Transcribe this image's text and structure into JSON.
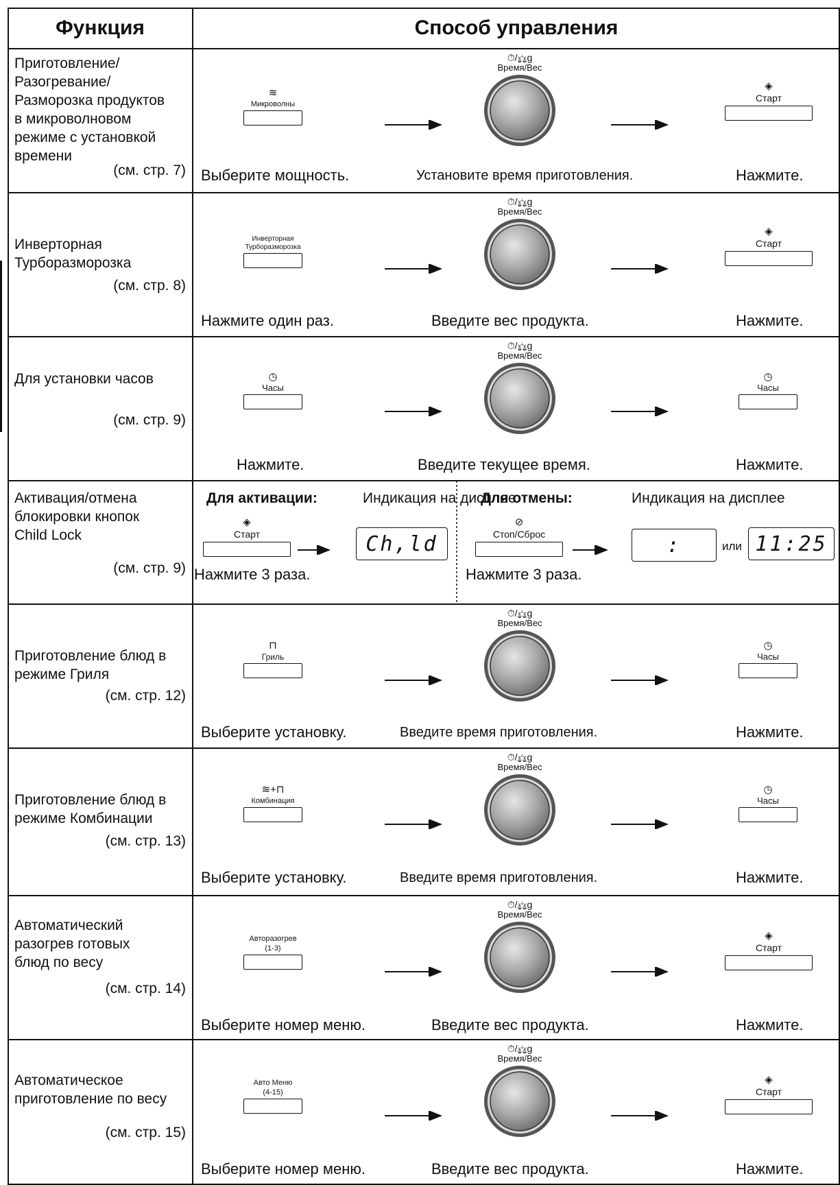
{
  "header": {
    "function": "Функция",
    "method": "Способ управления"
  },
  "dial": {
    "symbol": "⏱/⚖g",
    "label": "Время/Вес"
  },
  "buttons": {
    "micro": {
      "icon": "≋",
      "label": "Микроволны"
    },
    "start": {
      "icon": "◈",
      "label": "Старт"
    },
    "inverter": {
      "label": "Инверторная\nТурборазморозка"
    },
    "clock": {
      "icon": "◷",
      "label": "Часы"
    },
    "stop": {
      "icon": "⊘",
      "label": "Стоп/Сброс"
    },
    "grill": {
      "icon": "⊓",
      "label": "Гриль"
    },
    "combo": {
      "icon": "≋+⊓",
      "label": "Комбинация"
    },
    "autoreheat": {
      "label": "Авторазогрев\n(1-3)"
    },
    "automenu": {
      "label": "Авто Меню\n(4-15)"
    }
  },
  "rows": [
    {
      "function": "Приготовление/\nРазогревание/\nРазморозка продуктов\nв микроволновом\nрежиме с установкой\nвремени",
      "ref": "(см. стр. 7)",
      "step1": "Выберите мощность.",
      "step2": "Установите время приготовления.",
      "step3": "Нажмите."
    },
    {
      "function": "Инверторная\nТурборазморозка",
      "ref": "(см. стр. 8)",
      "step1": "Нажмите один раз.",
      "step2": "Введите вес продукта.",
      "step3": "Нажмите."
    },
    {
      "function": "Для установки часов",
      "ref": "(см. стр. 9)",
      "step1": "Нажмите.",
      "step2": "Введите текущее время.",
      "step3": "Нажмите."
    },
    {
      "function": "Активация/отмена\nблокировки кнопок\nChild Lock",
      "ref": "(см. стр. 9)",
      "activate_title": "Для активации:",
      "deactivate_title": "Для отмены:",
      "display_note": "Индикация\nна дисплее",
      "step1": "Нажмите 3 раза.",
      "step2": "Нажмите 3 раза.",
      "lcd_child": "Ch,ld",
      "lcd_colon": ":",
      "lcd_time": "11:25",
      "or": "или"
    },
    {
      "function": "Приготовление блюд в\nрежиме Гриля",
      "ref": "(см. стр. 12)",
      "step1": "Выберите установку.",
      "step2": "Введите время приготовления.",
      "step3": "Нажмите."
    },
    {
      "function": "Приготовление блюд в\nрежиме Комбинации",
      "ref": "(см. стр. 13)",
      "step1": "Выберите установку.",
      "step2": "Введите время приготовления.",
      "step3": "Нажмите."
    },
    {
      "function": "Автоматический\nразогрев готовых\nблюд по весу",
      "ref": "(см. стр. 14)",
      "step1": "Выберите номер меню.",
      "step2": "Введите вес продукта.",
      "step3": "Нажмите."
    },
    {
      "function": "Автоматическое\nприготовление по весу",
      "ref": "(см. стр. 15)",
      "step1": "Выберите номер меню.",
      "step2": "Введите вес продукта.",
      "step3": "Нажмите."
    }
  ]
}
